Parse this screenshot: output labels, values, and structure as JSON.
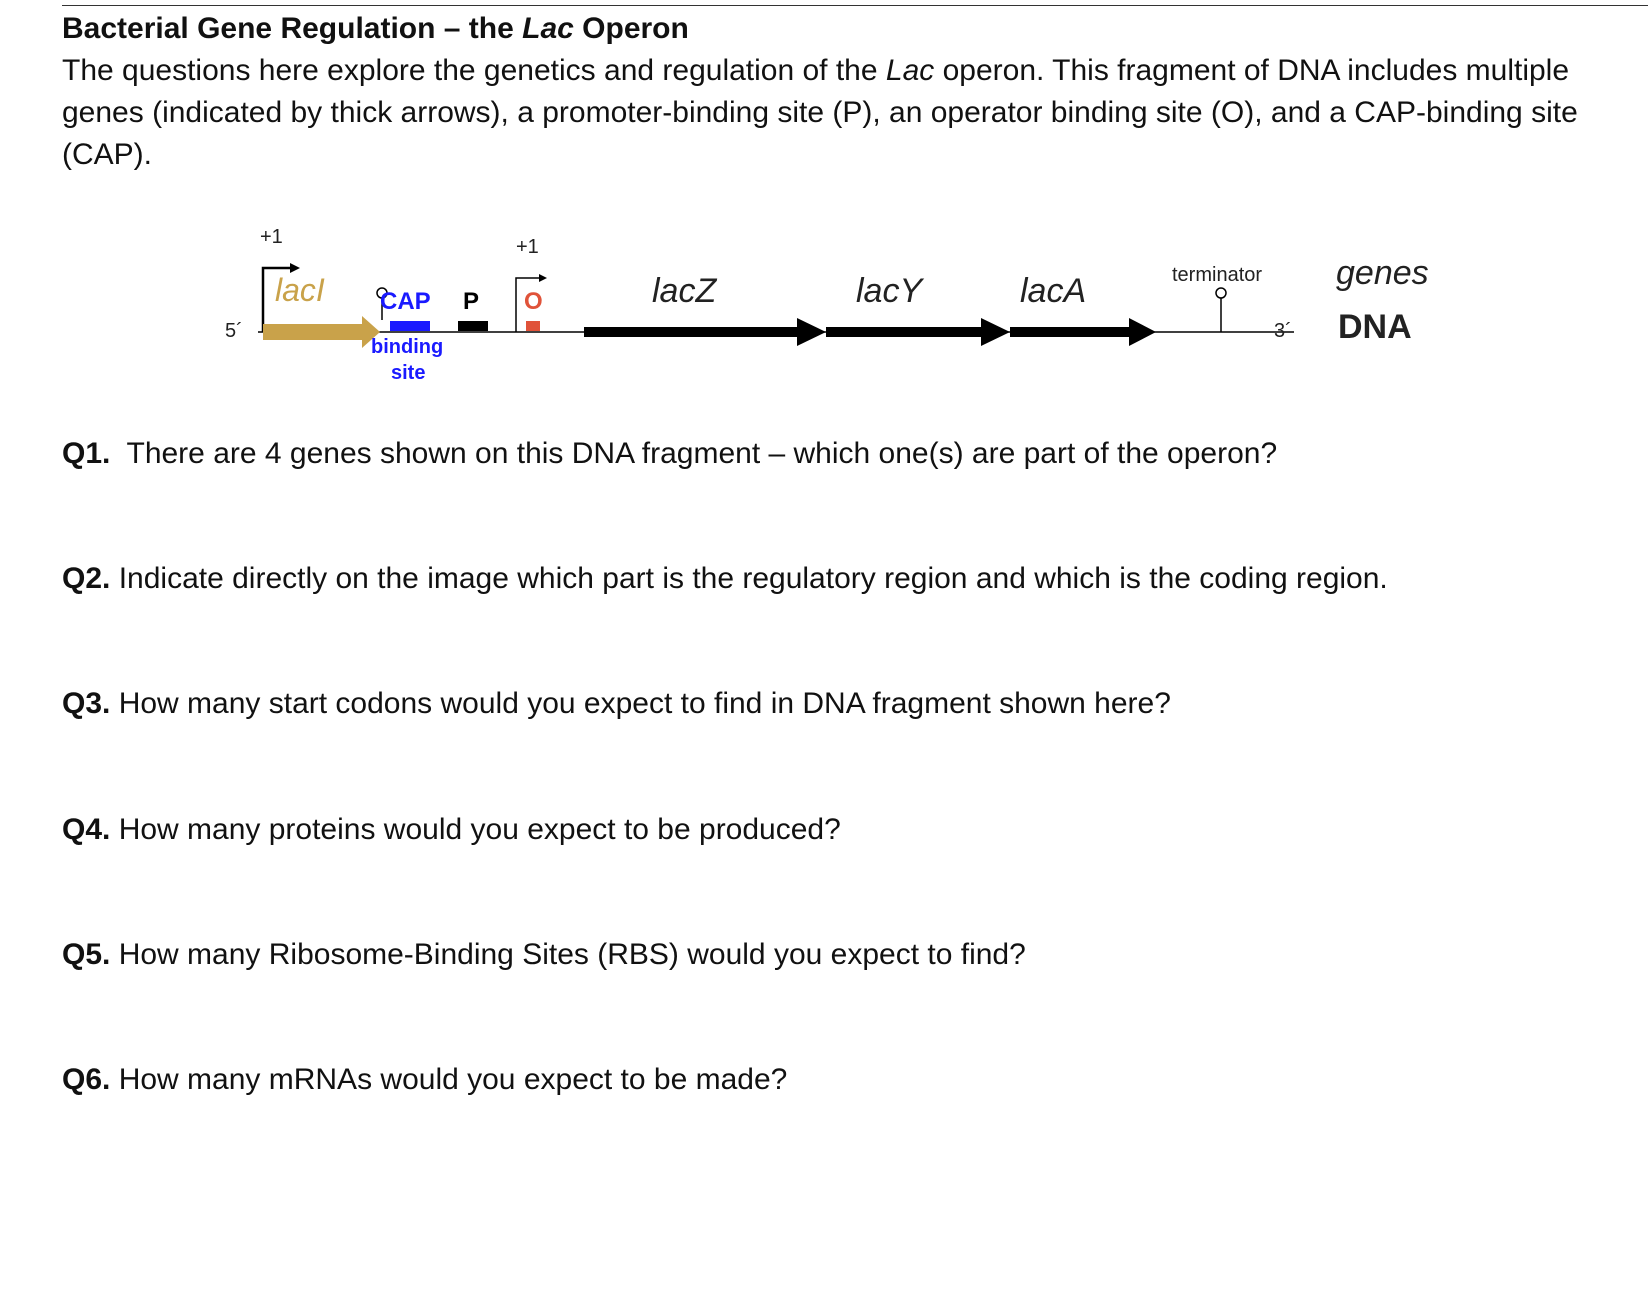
{
  "header": {
    "title_prefix": "Bacterial Gene Regulation – the ",
    "title_em": "Lac",
    "title_suffix": " Operon",
    "intro_prefix": "The questions here explore the genetics and regulation of the ",
    "intro_em": "Lac",
    "intro_suffix": " operon. This fragment of DNA includes multiple genes (indicated by thick arrows), a promoter-binding site (P), an operator binding site (O), and a CAP-binding site (CAP)."
  },
  "diagram": {
    "tss_label_1": "+1",
    "tss_label_2": "+1",
    "end_5": "5´",
    "end_3": "3´",
    "laci": "lacI",
    "cap": "CAP",
    "binding": "binding",
    "site": "site",
    "p": "P",
    "o": "O",
    "lacz": "lacZ",
    "lacy": "lacY",
    "laca": "lacA",
    "terminator": "terminator",
    "legend_genes": "genes",
    "legend_dna": "DNA",
    "colors": {
      "laci": "#c9a24a",
      "cap": "#1a1aff",
      "operator": "#e0533a",
      "promoter": "#000000",
      "gene_arrows": "#000000"
    }
  },
  "questions": [
    {
      "num": "Q1.",
      "text": "  There are 4 genes shown on this DNA fragment – which one(s) are part of the operon?"
    },
    {
      "num": "Q2.",
      "text": " Indicate directly on the image which part is the regulatory region and which is the coding region."
    },
    {
      "num": "Q3.",
      "text": " How many start codons would you expect to find in DNA fragment shown here?"
    },
    {
      "num": "Q4.",
      "text": " How many proteins would you expect to be produced?"
    },
    {
      "num": "Q5.",
      "text": " How many Ribosome-Binding Sites (RBS) would you expect to find?"
    },
    {
      "num": "Q6.",
      "text": " How many mRNAs would you expect to be made?"
    }
  ]
}
